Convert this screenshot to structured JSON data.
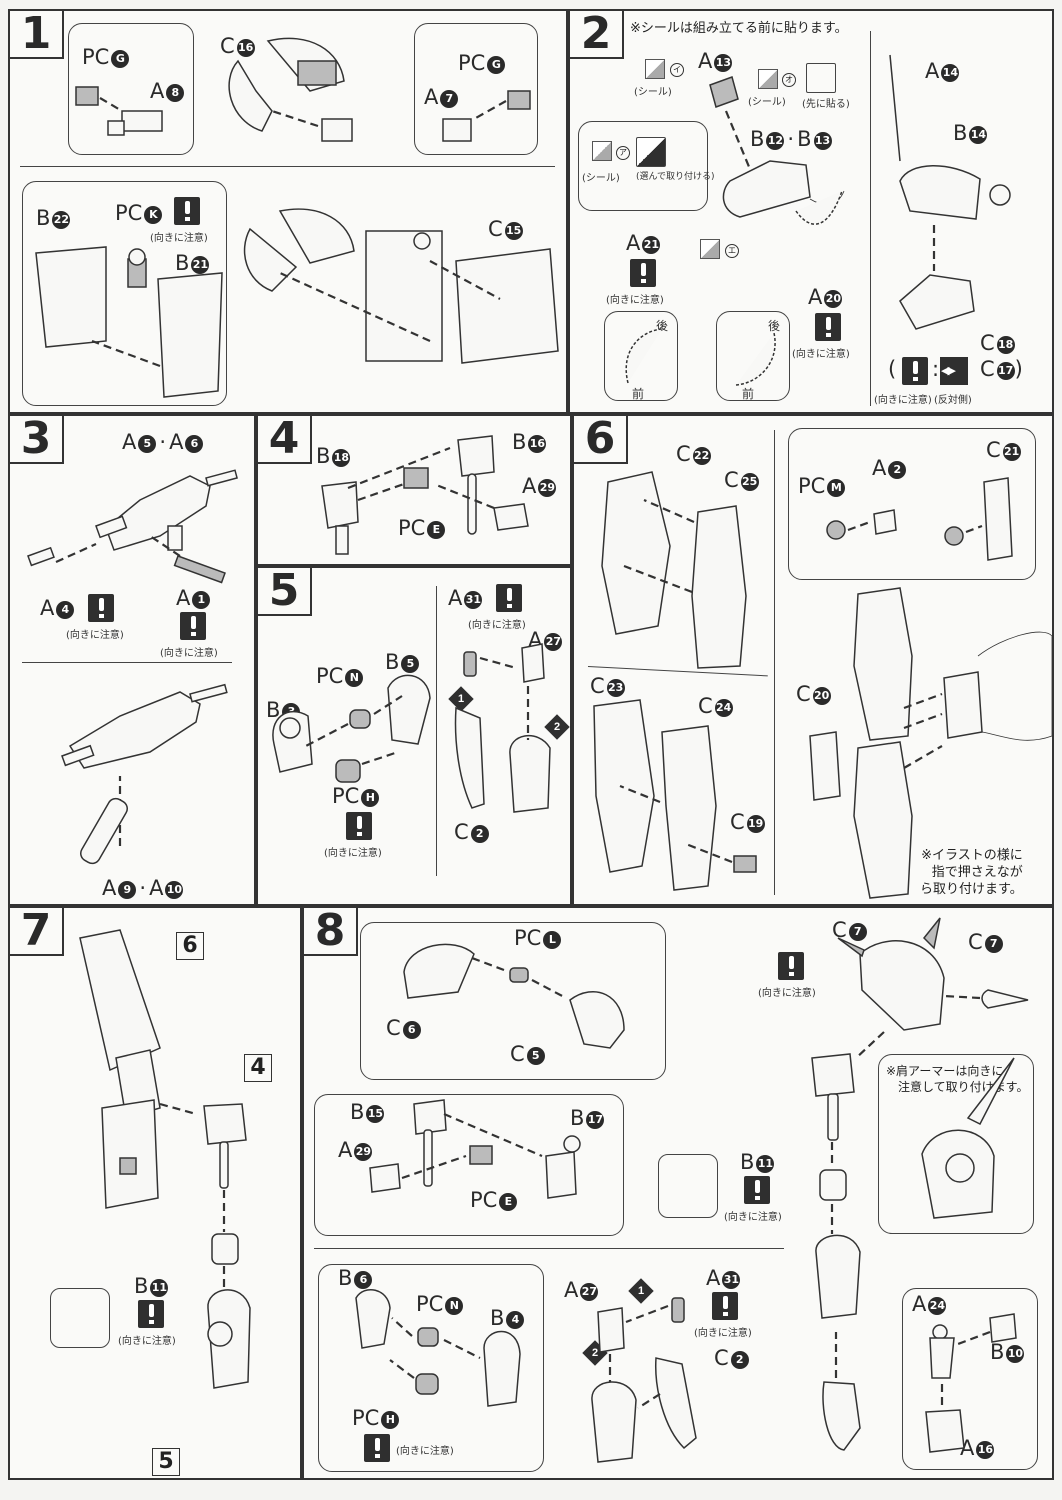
{
  "page": {
    "title": "Assembly instructions page (steps 1–8)"
  },
  "common": {
    "caution": "(向きに注意)",
    "sticker": "(シール)",
    "front": "前",
    "back": "後"
  },
  "steps": [
    {
      "number": "1",
      "parts": {
        "pcG_left": {
          "prefix": "PC",
          "id": "G"
        },
        "a8": {
          "prefix": "A",
          "id": "8"
        },
        "c16": {
          "prefix": "C",
          "id": "16"
        },
        "a7": {
          "prefix": "A",
          "id": "7"
        },
        "pcG_right": {
          "prefix": "PC",
          "id": "G"
        },
        "b22": {
          "prefix": "B",
          "id": "22"
        },
        "pcK": {
          "prefix": "PC",
          "id": "K"
        },
        "b21": {
          "prefix": "B",
          "id": "21"
        },
        "c15": {
          "prefix": "C",
          "id": "15"
        }
      }
    },
    {
      "number": "2",
      "header_note": "※シールは組み立てる前に貼ります。",
      "stickers": {
        "i": "イ",
        "o": "オ",
        "a": "ア",
        "e": "エ"
      },
      "note_apply_first": "(先に貼る)",
      "note_choose": "(選んで取り付ける)",
      "parts": {
        "a13": {
          "prefix": "A",
          "id": "13"
        },
        "b12b13": {
          "prefix1": "B",
          "id1": "12",
          "prefix2": "B",
          "id2": "13"
        },
        "a21": {
          "prefix": "A",
          "id": "21"
        },
        "a20": {
          "prefix": "A",
          "id": "20"
        },
        "a14": {
          "prefix": "A",
          "id": "14"
        },
        "b14": {
          "prefix": "B",
          "id": "14"
        },
        "c18": {
          "prefix": "C",
          "id": "18"
        },
        "c17": {
          "prefix": "C",
          "id": "17"
        }
      },
      "opposite_side": "(反対側)"
    },
    {
      "number": "3",
      "parts": {
        "a5a6": {
          "prefix1": "A",
          "id1": "5",
          "prefix2": "A",
          "id2": "6"
        },
        "a4": {
          "prefix": "A",
          "id": "4"
        },
        "a1": {
          "prefix": "A",
          "id": "1"
        },
        "a9a10": {
          "prefix1": "A",
          "id1": "9",
          "prefix2": "A",
          "id2": "10"
        }
      }
    },
    {
      "number": "4",
      "parts": {
        "b18": {
          "prefix": "B",
          "id": "18"
        },
        "b16": {
          "prefix": "B",
          "id": "16"
        },
        "a29": {
          "prefix": "A",
          "id": "29"
        },
        "pcE": {
          "prefix": "PC",
          "id": "E"
        }
      }
    },
    {
      "number": "5",
      "parts": {
        "b5": {
          "prefix": "B",
          "id": "5"
        },
        "pcN": {
          "prefix": "PC",
          "id": "N"
        },
        "b3": {
          "prefix": "B",
          "id": "3"
        },
        "pcH": {
          "prefix": "PC",
          "id": "H"
        },
        "a31": {
          "prefix": "A",
          "id": "31"
        },
        "a27": {
          "prefix": "A",
          "id": "27"
        },
        "c2": {
          "prefix": "C",
          "id": "2"
        }
      },
      "order": [
        "1",
        "2"
      ]
    },
    {
      "number": "6",
      "parts": {
        "c22": {
          "prefix": "C",
          "id": "22"
        },
        "c25": {
          "prefix": "C",
          "id": "25"
        },
        "c23": {
          "prefix": "C",
          "id": "23"
        },
        "c24": {
          "prefix": "C",
          "id": "24"
        },
        "c19": {
          "prefix": "C",
          "id": "19"
        },
        "pcM": {
          "prefix": "PC",
          "id": "M"
        },
        "a2": {
          "prefix": "A",
          "id": "2"
        },
        "c21": {
          "prefix": "C",
          "id": "21"
        },
        "c20": {
          "prefix": "C",
          "id": "20"
        }
      },
      "note": [
        "※イラストの様に",
        "指で押さえなが",
        "ら取り付けます。"
      ]
    },
    {
      "number": "7",
      "subassemblies": [
        "6",
        "4",
        "5"
      ],
      "parts": {
        "b11": {
          "prefix": "B",
          "id": "11"
        }
      }
    },
    {
      "number": "8",
      "parts": {
        "pcL": {
          "prefix": "PC",
          "id": "L"
        },
        "c6": {
          "prefix": "C",
          "id": "6"
        },
        "c5": {
          "prefix": "C",
          "id": "5"
        },
        "c7_left": {
          "prefix": "C",
          "id": "7"
        },
        "c7_right": {
          "prefix": "C",
          "id": "7"
        },
        "b15": {
          "prefix": "B",
          "id": "15"
        },
        "b17": {
          "prefix": "B",
          "id": "17"
        },
        "a29": {
          "prefix": "A",
          "id": "29"
        },
        "pcE": {
          "prefix": "PC",
          "id": "E"
        },
        "b11": {
          "prefix": "B",
          "id": "11"
        },
        "b6": {
          "prefix": "B",
          "id": "6"
        },
        "pcN": {
          "prefix": "PC",
          "id": "N"
        },
        "b4": {
          "prefix": "B",
          "id": "4"
        },
        "pcH": {
          "prefix": "PC",
          "id": "H"
        },
        "a27": {
          "prefix": "A",
          "id": "27"
        },
        "a31": {
          "prefix": "A",
          "id": "31"
        },
        "c2": {
          "prefix": "C",
          "id": "2"
        },
        "a24": {
          "prefix": "A",
          "id": "24"
        },
        "b10": {
          "prefix": "B",
          "id": "10"
        },
        "a16": {
          "prefix": "A",
          "id": "16"
        }
      },
      "order": [
        "1",
        "2"
      ],
      "shoulder_note": [
        "※肩アーマーは向きに",
        "注意して取り付けます。"
      ]
    }
  ]
}
